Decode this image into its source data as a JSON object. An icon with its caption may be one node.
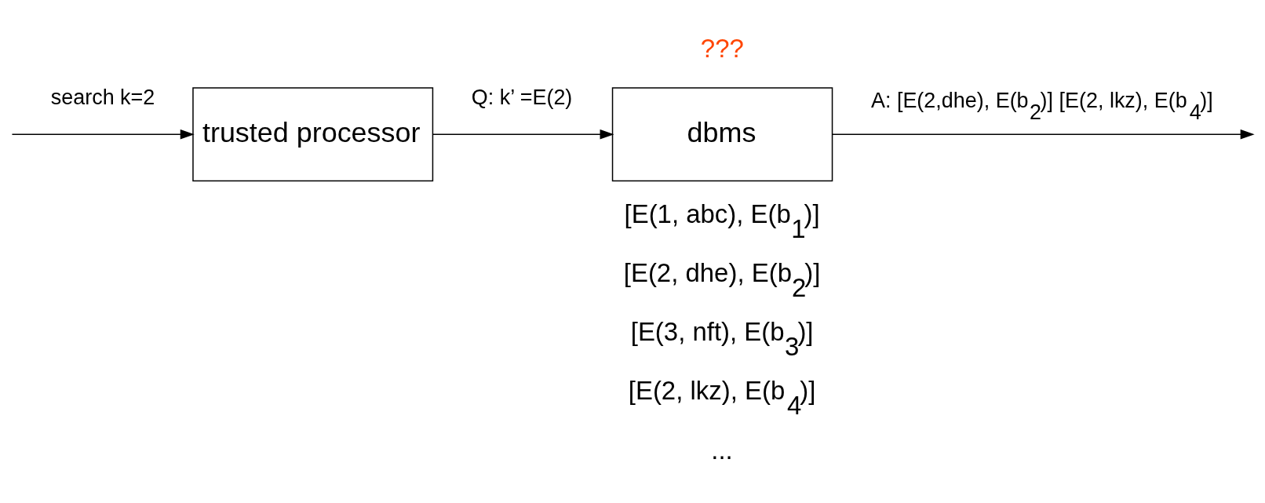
{
  "diagram": {
    "nodes": [
      {
        "text": [
          "trusted processor"
        ]
      },
      {
        "text": [
          "dbms"
        ]
      }
    ],
    "edges": [
      {
        "from": null,
        "to": 0,
        "arrow": "to",
        "label": "search k=2"
      },
      {
        "from": 0,
        "to": 1,
        "arrow": "to",
        "label": "Q: k’ =E(2)"
      },
      {
        "from": 1,
        "to": null,
        "arrow": "to",
        "label": "A: [E(2,dhe), E(b$_{2}$)] [E(2, lkz), E(b$_{4}$)]"
      }
    ],
    "labels": [
      "???",
      "[E(1, abc), E(b$_{1}$)]",
      "[E(2, dhe), E(b$_{2}$)]",
      "[E(3, nft), E(b$_{3}$)]",
      "[E(2, lkz), E(b$_{4}$)]",
      "..."
    ]
  }
}
